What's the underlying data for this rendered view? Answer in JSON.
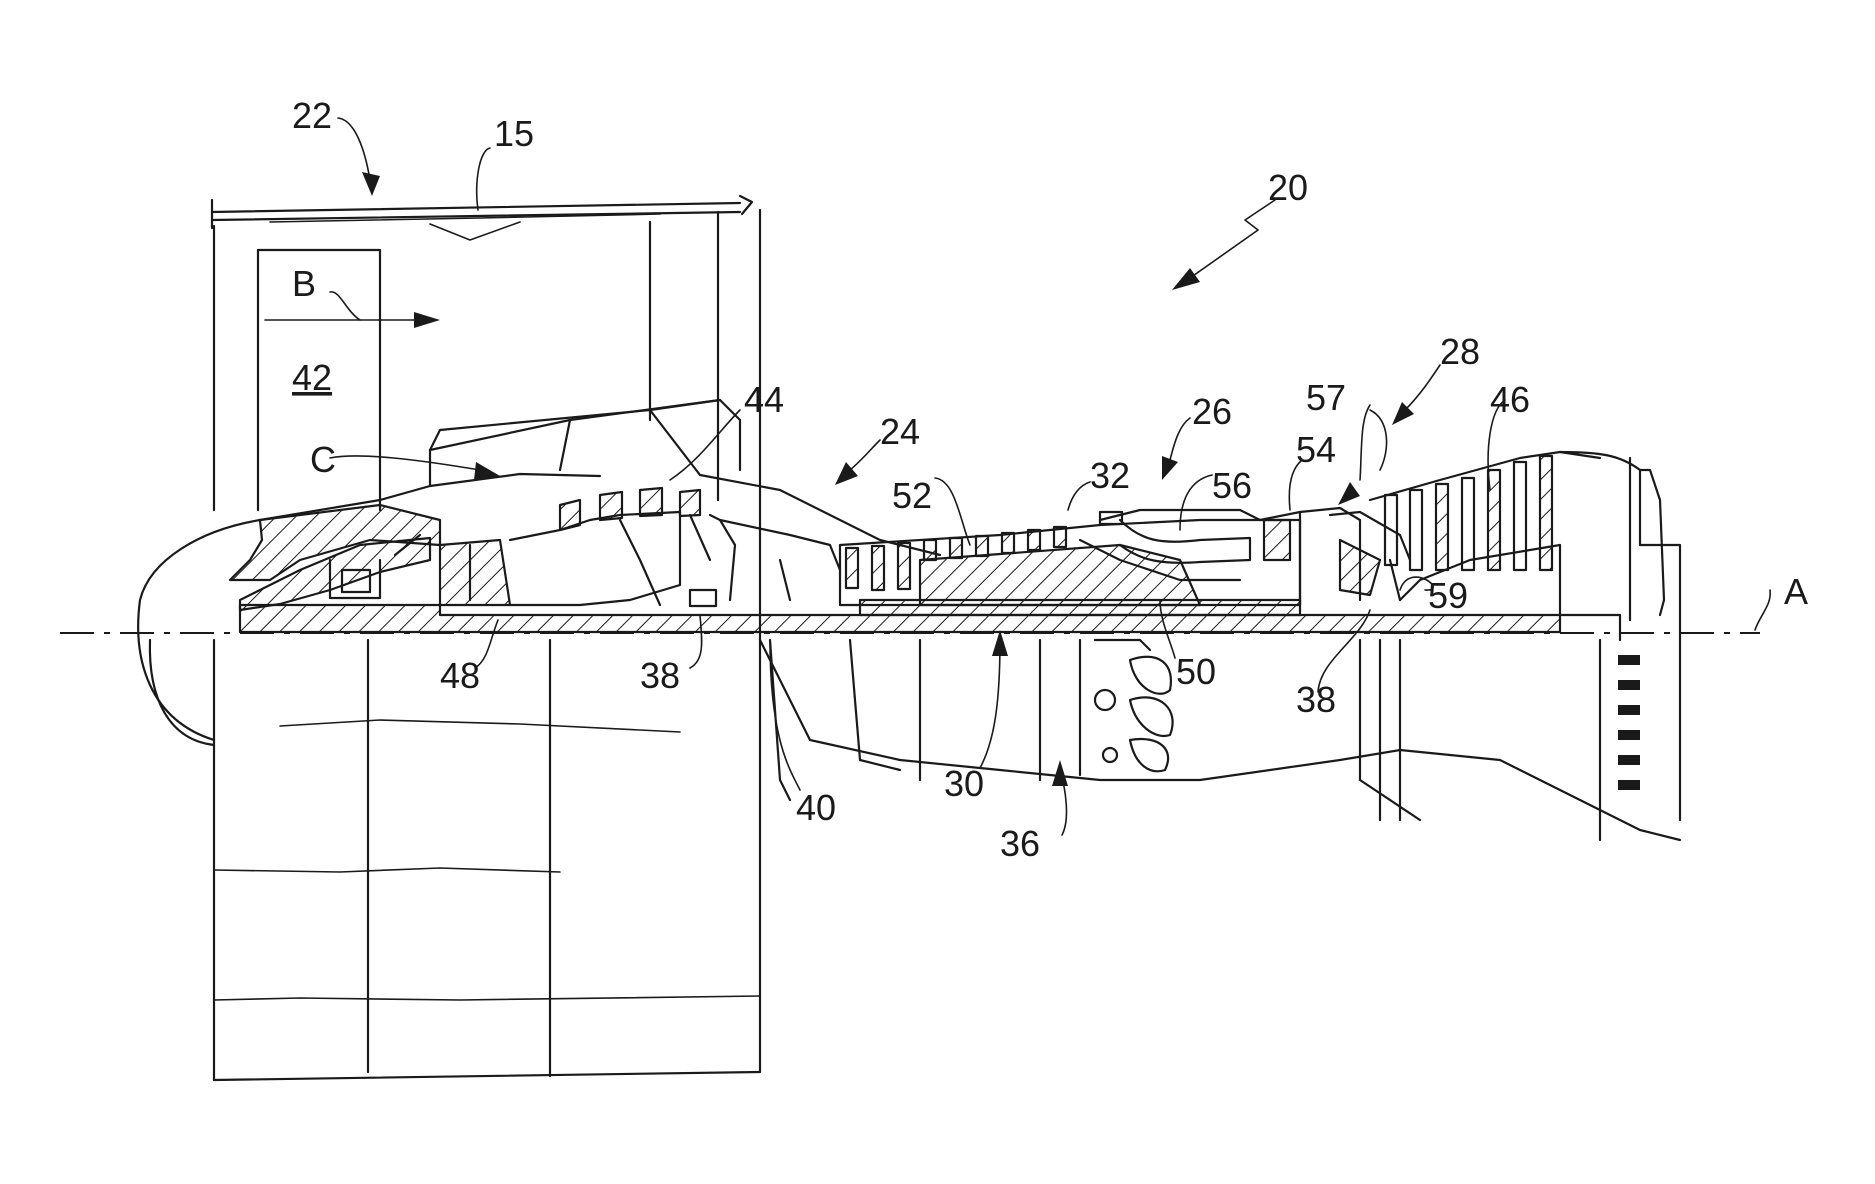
{
  "figure": {
    "labels": {
      "engine": "20",
      "fan_section": "22",
      "compressor_section": "24",
      "combustor_section": "26",
      "turbine_section": "28",
      "low_speed_spool": "30",
      "high_speed_spool": "32",
      "engine_static_structure": "36",
      "bearing_system_left": "38",
      "bearing_system_right": "38",
      "inner_shaft": "40",
      "fan": "42",
      "low_pressure_compressor": "44",
      "low_pressure_turbine": "46",
      "geared_architecture": "48",
      "outer_shaft": "50",
      "high_pressure_compressor": "52",
      "high_pressure_turbine": "54",
      "combustor": "56",
      "mid_turbine_frame": "57",
      "airfoils": "59",
      "nacelle": "15",
      "bypass_flow": "B",
      "core_flow": "C",
      "axis": "A"
    }
  }
}
